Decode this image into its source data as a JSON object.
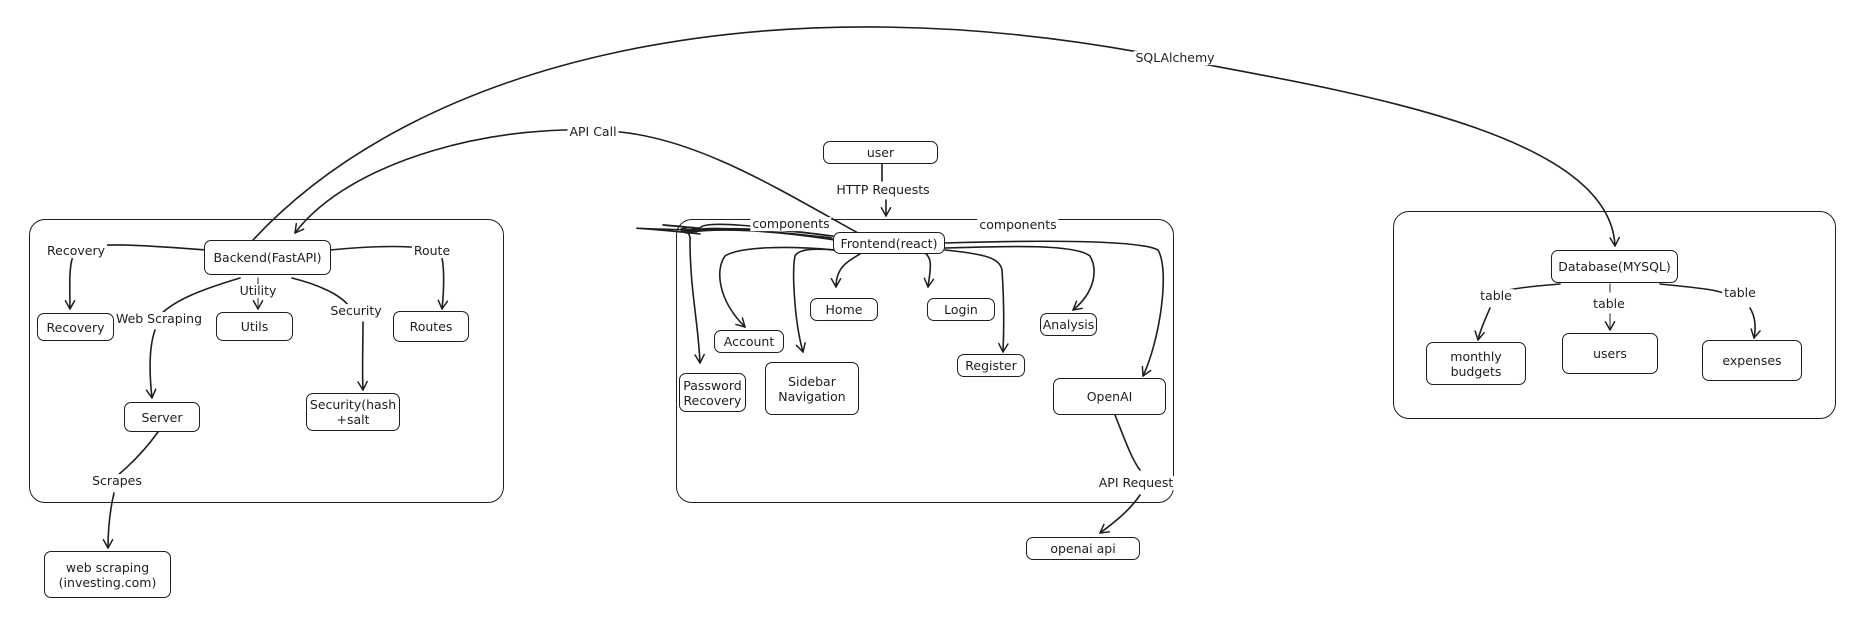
{
  "groups": {
    "backend": "",
    "frontend": "",
    "database": ""
  },
  "nodes": {
    "backend": "Backend(FastAPI)",
    "recovery": "Recovery",
    "utils": "Utils",
    "routes": "Routes",
    "server": "Server",
    "security": "Security(hash\n+salt",
    "web_scraping": "web scraping\n(investing.com)",
    "user": "user",
    "frontend": "Frontend(react)",
    "home": "Home",
    "login": "Login",
    "account": "Account",
    "analysis": "Analysis",
    "register": "Register",
    "password_recovery": "Password\nRecovery",
    "sidebar_navigation": "Sidebar\nNavigation",
    "openai": "OpenAI",
    "openai_api": "openai api",
    "database": "Database(MYSQL)",
    "monthly_budgets": "monthly\nbudgets",
    "users": "users",
    "expenses": "expenses"
  },
  "edge_labels": {
    "sqlalchemy": "SQLAlchemy",
    "api_call": "API Call",
    "http_requests": "HTTP Requests",
    "components_left": "components",
    "components_right": "components",
    "recovery": "Recovery",
    "route": "Route",
    "utility": "Utility",
    "web_scraping": "Web Scraping",
    "security": "Security",
    "scrapes": "Scrapes",
    "api_request": "API Request",
    "table_1": "table",
    "table_2": "table",
    "table_3": "table"
  }
}
